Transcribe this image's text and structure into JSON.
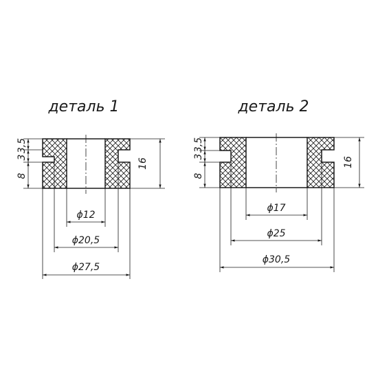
{
  "parts": [
    {
      "title": "деталь 1",
      "heights": {
        "lower": "8",
        "step": "3",
        "upper": "3,5",
        "total": "16"
      },
      "diameters": [
        "ϕ12",
        "ϕ20,5",
        "ϕ27,5"
      ]
    },
    {
      "title": "деталь 2",
      "heights": {
        "lower": "8",
        "step": "3",
        "upper": "3,5",
        "total": "16"
      },
      "diameters": [
        "ϕ17",
        "ϕ25",
        "ϕ30,5"
      ]
    }
  ],
  "colors": {
    "ink": "#1a1a1a",
    "background": "#ffffff"
  }
}
